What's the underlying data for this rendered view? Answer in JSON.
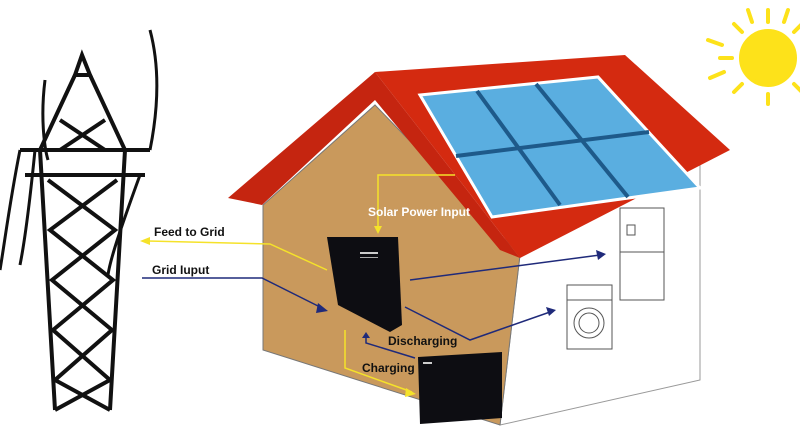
{
  "labels": {
    "solar_power_input": "Solar Power Input",
    "feed_to_grid": "Feed to Grid",
    "grid_input": "Grid Iuput",
    "discharging": "Discharging",
    "charging": "Charging"
  },
  "colors": {
    "roof": "#d42a10",
    "wall": "#c9995c",
    "panel": "#5aaee0",
    "solar_flow": "#f5e22a",
    "grid_flow": "#1f2a7a",
    "sun": "#fde21a"
  }
}
